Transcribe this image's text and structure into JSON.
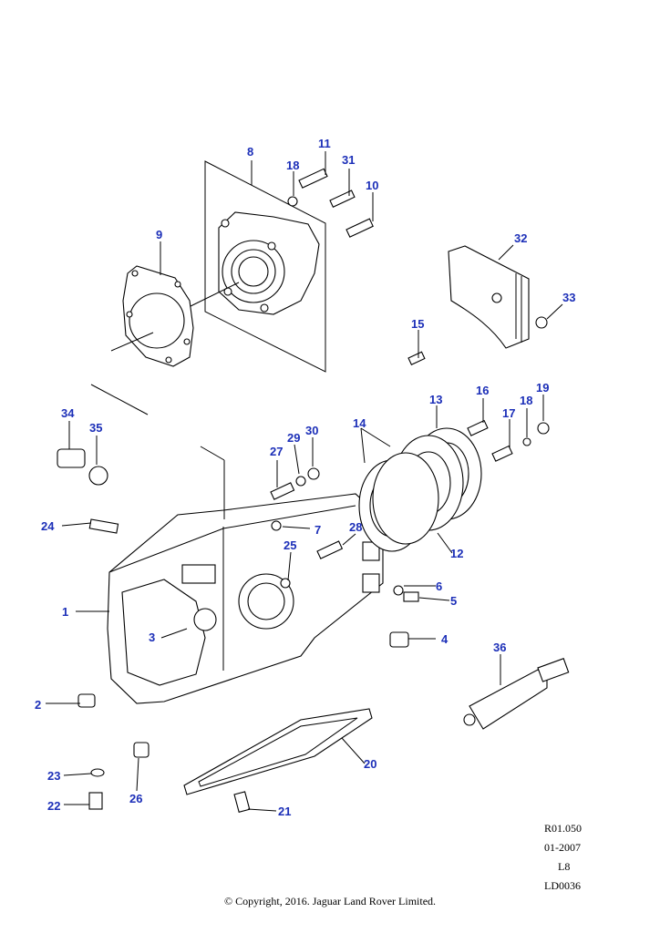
{
  "reference": {
    "code": "R01.050",
    "date": "01-2007",
    "section": "L8",
    "id": "LD0036"
  },
  "copyright": "© Copyright, 2016. Jaguar Land Rover Limited.",
  "callout_color": "#1c2fb8",
  "callouts": [
    "1",
    "2",
    "3",
    "4",
    "5",
    "6",
    "7",
    "8",
    "9",
    "10",
    "11",
    "12",
    "13",
    "14",
    "15",
    "16",
    "17",
    "18",
    "19",
    "20",
    "21",
    "22",
    "23",
    "24",
    "25",
    "26",
    "27",
    "28",
    "29",
    "30",
    "31",
    "32",
    "33",
    "34",
    "35",
    "36"
  ]
}
